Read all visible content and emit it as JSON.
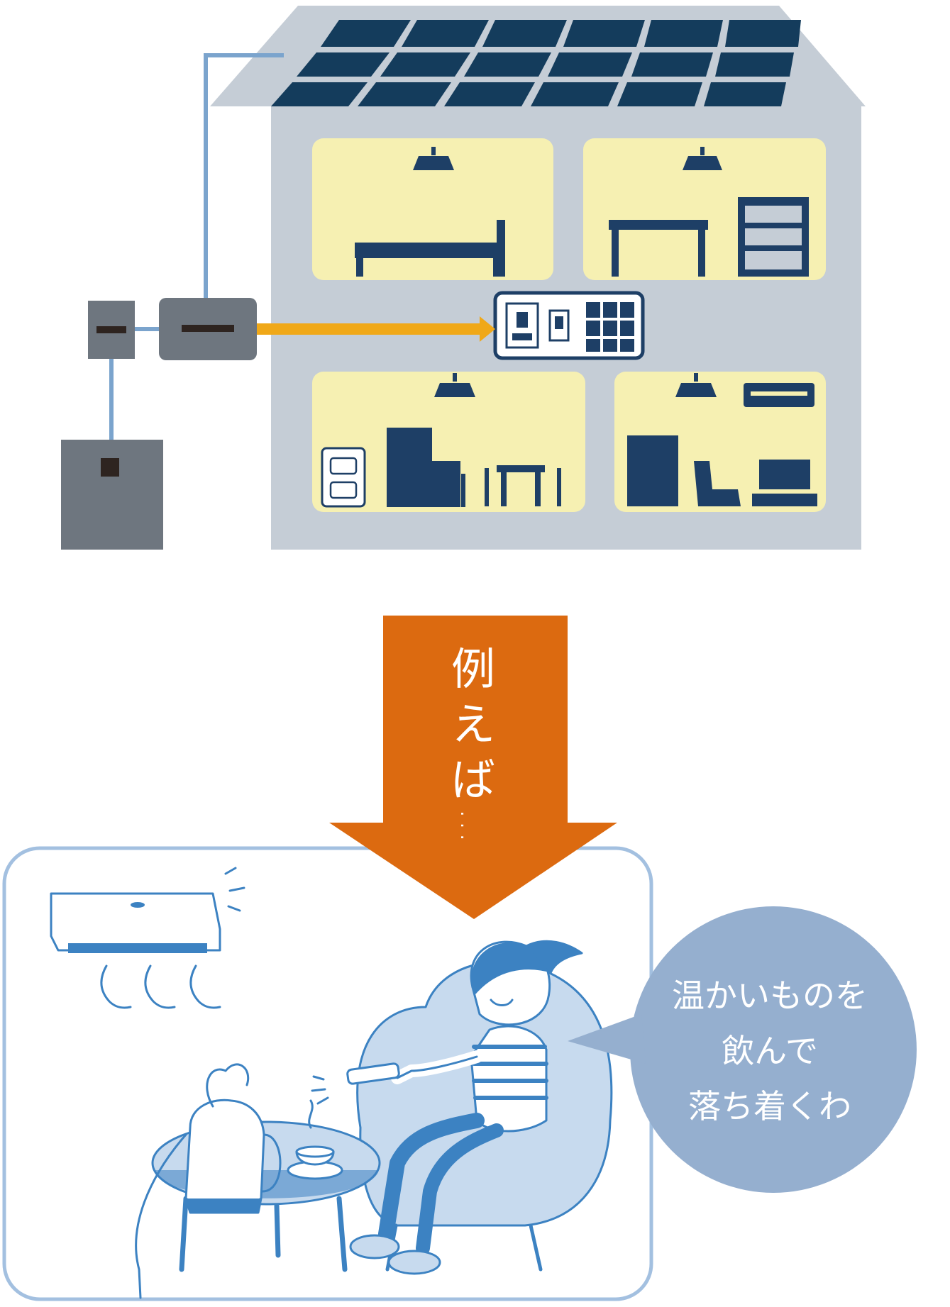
{
  "banner": {
    "line_1": "例",
    "line_2": "え",
    "line_3": "ば",
    "ellipsis": "…"
  },
  "speech_bubble": {
    "lines": [
      "温かいものを",
      "飲んで",
      "落ち着くわ"
    ]
  },
  "colors": {
    "house_wall": "#c5cdd6",
    "solar_panel": "#143c5c",
    "room_fill": "#f6f0b2",
    "furniture": "#1e3f66",
    "equipment": "#6e767f",
    "wire": "#7ba4cd",
    "power_arrow": "#f0a818",
    "banner_arrow": "#dc6a10",
    "scene_line": "#3c82c2",
    "scene_fill": "#c7daee",
    "bubble": "#95afcf"
  }
}
